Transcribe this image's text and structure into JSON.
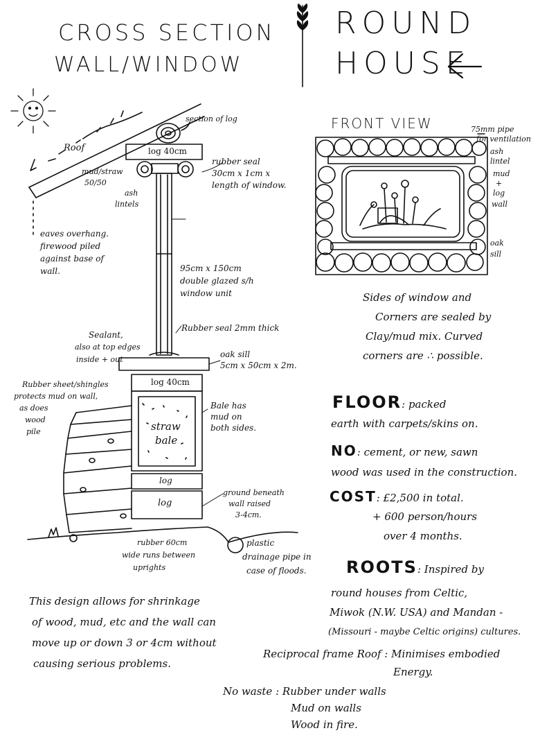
{
  "titles": {
    "left_line1": "CROSS SECTION",
    "left_line2": "WALL/WINDOW",
    "right_line1": "ROUND",
    "right_line2": "HOUSE"
  },
  "cross_section": {
    "section_log": "section of log",
    "roof": "Roof",
    "mud_straw": "mud/straw",
    "mud_straw_ratio": "50/50",
    "log_top": "log 40cm",
    "rubber_seal_top": "rubber seal",
    "rubber_seal_top_dims": "30cm x 1cm x",
    "rubber_seal_top_dims2": "length of window.",
    "ash_lintels": "ash",
    "ash_lintels2": "lintels",
    "eaves_1": "eaves overhang.",
    "eaves_2": "firewood piled",
    "eaves_3": "against base of",
    "eaves_4": "wall.",
    "window_1": "95cm x 150cm",
    "window_2": "double glazed s/h",
    "window_3": "window unit",
    "sealant_1": "Sealant,",
    "sealant_2": "also at top edges",
    "sealant_3": "inside + out",
    "rubber_seal_bottom": "Rubber seal 2mm thick",
    "oak_sill_1": "oak sill",
    "oak_sill_2": "5cm x 50cm x 2m.",
    "shingles_1": "Rubber sheet/shingles",
    "shingles_2": "protects mud on wall,",
    "shingles_3": "as does",
    "shingles_4": "wood",
    "shingles_5": "pile",
    "log_mid": "log 40cm",
    "straw_bale_1": "straw",
    "straw_bale_2": "bale",
    "bale_mud_1": "Bale has",
    "bale_mud_2": "mud on",
    "bale_mud_3": "both sides.",
    "log_a": "log",
    "log_b": "log",
    "ground_1": "ground beneath",
    "ground_2": "wall raised",
    "ground_3": "3-4cm.",
    "rubber_base_1": "rubber 60cm",
    "rubber_base_2": "wide runs between",
    "rubber_base_3": "uprights",
    "drain_1": "plastic",
    "drain_2": "drainage pipe in",
    "drain_3": "case of floods."
  },
  "front_view": {
    "title": "FRONT VIEW",
    "pipe_1": "75mm pipe",
    "pipe_2": "for ventilation",
    "ash_lintel_1": "ash",
    "ash_lintel_2": "lintel",
    "mud_log_1": "mud",
    "mud_log_2": "+",
    "mud_log_3": "log",
    "mud_log_4": "wall",
    "oak_sill_1": "oak",
    "oak_sill_2": "sill"
  },
  "notes": {
    "sides_1": "Sides of window and",
    "sides_2": "Corners are sealed by",
    "sides_3": "Clay/mud mix. Curved",
    "sides_4": "corners are ∴ possible.",
    "floor_head": "FLOOR",
    "floor_1": ": packed",
    "floor_2": "earth with carpets/skins on.",
    "no_head": "NO",
    "no_1": ": cement, or new, sawn",
    "no_2": "wood was used in the construction.",
    "cost_head": "COST",
    "cost_1": ": £2,500 in total.",
    "cost_2": "+ 600 person/hours",
    "cost_3": "over 4 months.",
    "roots_head": "ROOTS",
    "roots_1": ": Inspired by",
    "roots_2": "round houses from Celtic,",
    "roots_3": "Miwok (N.W. USA) and Mandan -",
    "roots_4": "(Missouri - maybe Celtic origins) cultures.",
    "recip_1": "Reciprocal frame Roof : Minimises embodied",
    "recip_2": "Energy.",
    "nowaste_1": "No waste : Rubber under walls",
    "nowaste_2": "Mud on walls",
    "nowaste_3": "Wood in fire.",
    "design_1": "This design allows for shrinkage",
    "design_2": "of wood, mud, etc and the wall can",
    "design_3": "move up or down 3 or 4cm without",
    "design_4": "causing serious problems."
  },
  "icons": [
    "sun-icon",
    "wheat-icon",
    "arrow-left-icon"
  ]
}
